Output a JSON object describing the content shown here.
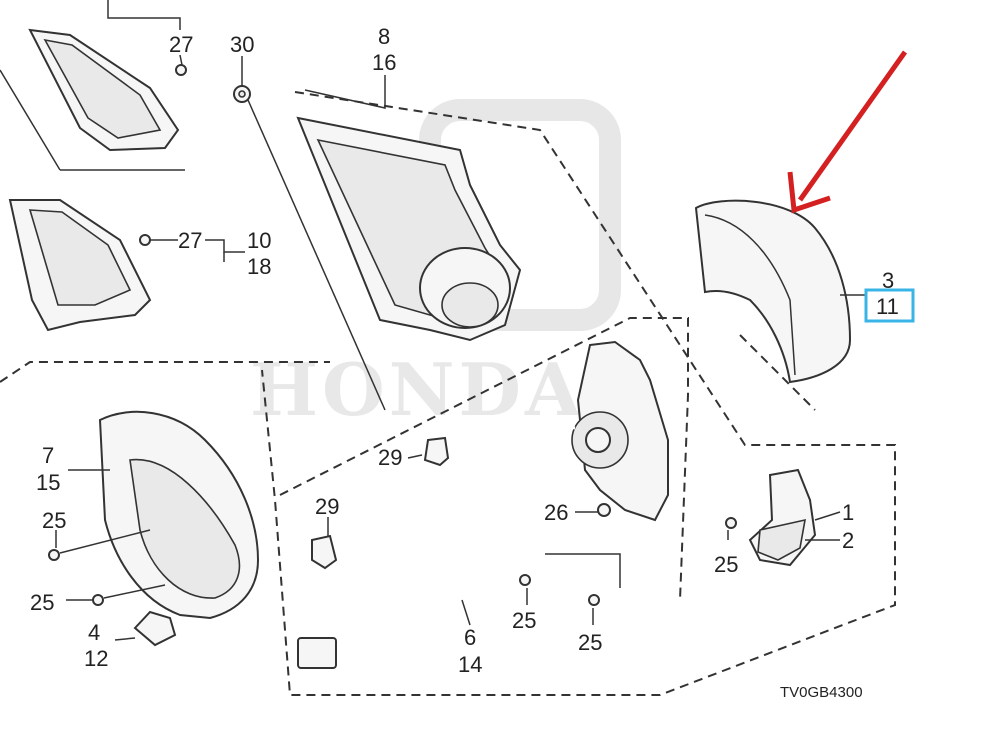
{
  "callouts": {
    "c27a": "27",
    "c30": "30",
    "c8": "8",
    "c16": "16",
    "c27b": "27",
    "c10": "10",
    "c18": "18",
    "c3": "3",
    "c11": "11",
    "c7": "7",
    "c15": "15",
    "c29a": "29",
    "c29b": "29",
    "c26": "26",
    "c1": "1",
    "c2": "2",
    "c25a": "25",
    "c25b": "25",
    "c25c": "25",
    "c25d": "25",
    "c25e": "25",
    "c4": "4",
    "c12": "12",
    "c6": "6",
    "c14": "14"
  },
  "diagram_code": "TV0GB4300",
  "watermark": "HONDA",
  "colors": {
    "arrow": "#d42020",
    "highlight_box": "#38b4e6",
    "line": "#333333"
  }
}
